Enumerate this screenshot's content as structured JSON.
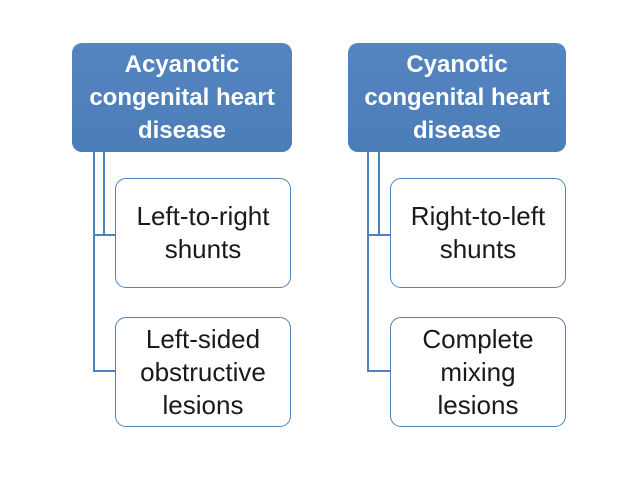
{
  "diagram": {
    "type": "hierarchy",
    "background": "#ffffff",
    "colors": {
      "root_fill": "#4f81bd",
      "root_text": "#ffffff",
      "child_fill": "#ffffff",
      "child_border": "#4f81bd",
      "child_text": "#1a1a1a",
      "connector": "#4f81bd"
    },
    "trees": [
      {
        "id": "acyanotic",
        "root_label": "Acyanotic\ncongenital heart\ndisease",
        "children": [
          "Left-to-right\nshunts",
          "Left-sided\nobstructive\nlesions"
        ]
      },
      {
        "id": "cyanotic",
        "root_label": "Cyanotic\ncongenital heart\ndisease",
        "children": [
          "Right-to-left\nshunts",
          "Complete\nmixing\nlesions"
        ]
      }
    ]
  }
}
